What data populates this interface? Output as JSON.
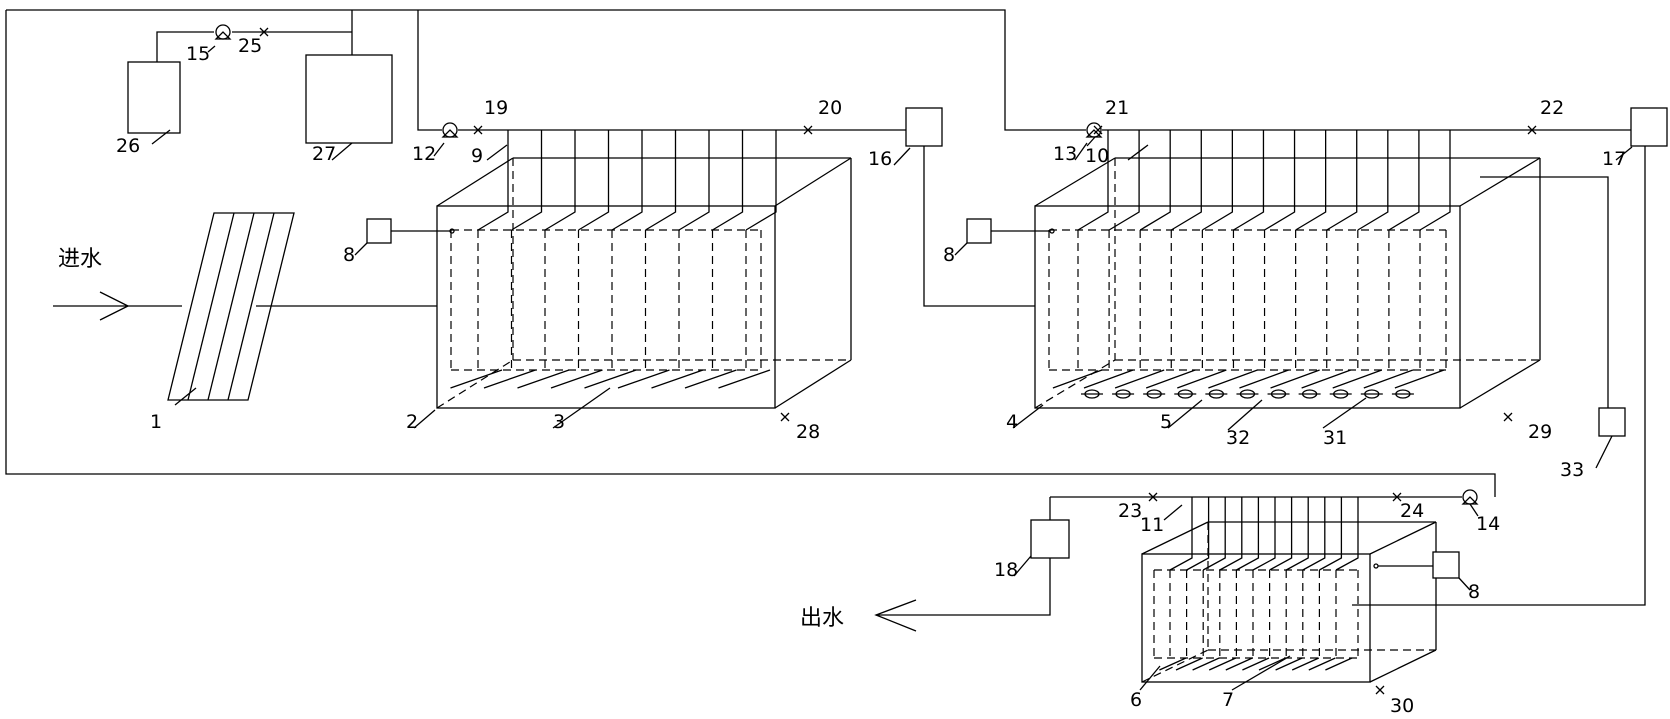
{
  "text": {
    "inlet": "进水",
    "outlet": "出水"
  },
  "labels": {
    "n1": "1",
    "n2": "2",
    "n3": "3",
    "n4": "4",
    "n5": "5",
    "n6": "6",
    "n7": "7",
    "n8": "8",
    "n9": "9",
    "n10": "10",
    "n11": "11",
    "n12": "12",
    "n13": "13",
    "n14": "14",
    "n15": "15",
    "n16": "16",
    "n17": "17",
    "n18": "18",
    "n19": "19",
    "n20": "20",
    "n21": "21",
    "n22": "22",
    "n23": "23",
    "n24": "24",
    "n25": "25",
    "n26": "26",
    "n27": "27",
    "n28": "28",
    "n29": "29",
    "n30": "30",
    "n31": "31",
    "n32": "32",
    "n33": "33"
  }
}
